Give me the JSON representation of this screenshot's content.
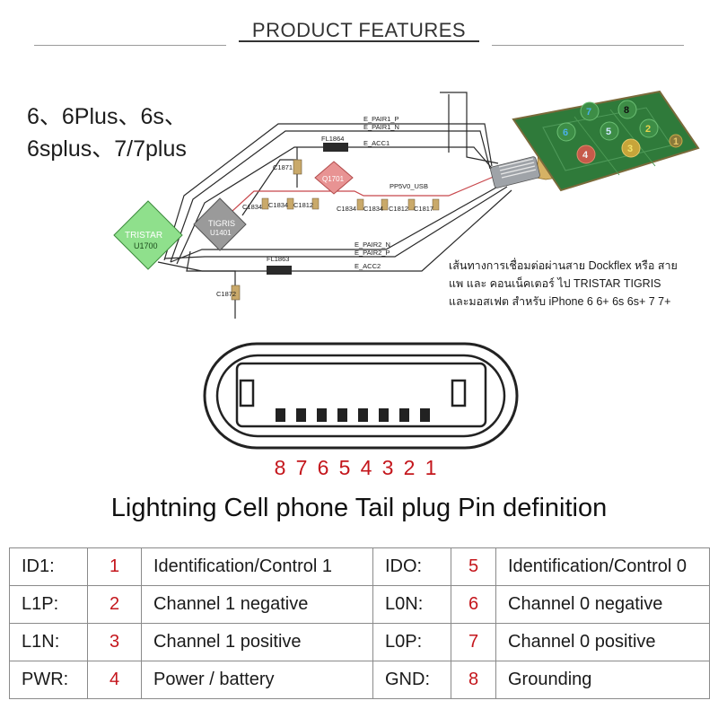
{
  "header": {
    "title": "PRODUCT FEATURES"
  },
  "models": {
    "line1": "6、6Plus、6s、",
    "line2": "6splus、7/7plus"
  },
  "circuit": {
    "tristar": {
      "name": "TRISTAR",
      "part": "U1700",
      "color": "#8fe08c"
    },
    "tigris": {
      "name": "TIGRIS",
      "part": "U1401"
    },
    "q1701": "Q1701",
    "signals": {
      "e_pair1_p": "E_PAIR1_P",
      "e_pair1_n": "E_PAIR1_N",
      "e_acc1": "E_ACC1",
      "pp5v0_usb": "PP5V0_USB",
      "e_pair2_n": "E_PAIR2_N",
      "e_pair2_p": "E_PAIR2_P",
      "e_acc2": "E_ACC2"
    },
    "components": {
      "fl1864": "FL1864",
      "c1871": "C1871",
      "fl1863": "FL1863",
      "c1872": "C1872",
      "caps": [
        "C1834",
        "C1834",
        "C1812",
        "C1834",
        "C1834",
        "C1812",
        "C1817"
      ]
    },
    "pcb_pins": [
      "7",
      "8",
      "6",
      "5",
      "2",
      "4",
      "3",
      "1"
    ],
    "caption": [
      "เส้นทางการเชื่อมต่อผ่านสาย Dockflex หรือ สาย",
      "แพ และ คอนเน็คเตอร์ ไป TRISTAR TIGRIS",
      "และมอสเฟต สำหรับ iPhone 6 6+ 6s 6s+ 7 7+"
    ]
  },
  "pin_numbers": [
    "8",
    "7",
    "6",
    "5",
    "4",
    "3",
    "2",
    "1"
  ],
  "subtitle": "Lightning Cell phone Tail plug Pin definition",
  "pin_table": {
    "rows": [
      {
        "l_code": "ID1:",
        "l_num": "1",
        "l_desc": "Identification/Control 1",
        "r_code": "IDO:",
        "r_num": "5",
        "r_desc": "Identification/Control 0"
      },
      {
        "l_code": "L1P:",
        "l_num": "2",
        "l_desc": "Channel 1 negative",
        "r_code": "L0N:",
        "r_num": "6",
        "r_desc": "Channel 0 negative"
      },
      {
        "l_code": "L1N:",
        "l_num": "3",
        "l_desc": "Channel 1 positive",
        "r_code": "L0P:",
        "r_num": "7",
        "r_desc": "Channel 0 positive"
      },
      {
        "l_code": "PWR:",
        "l_num": "4",
        "l_desc": "Power / battery",
        "r_code": "GND:",
        "r_num": "8",
        "r_desc": "Grounding"
      }
    ]
  },
  "colors": {
    "accent_red": "#c4161c",
    "trace_red": "#c8474c",
    "pcb_green": "#2f7a3a"
  }
}
